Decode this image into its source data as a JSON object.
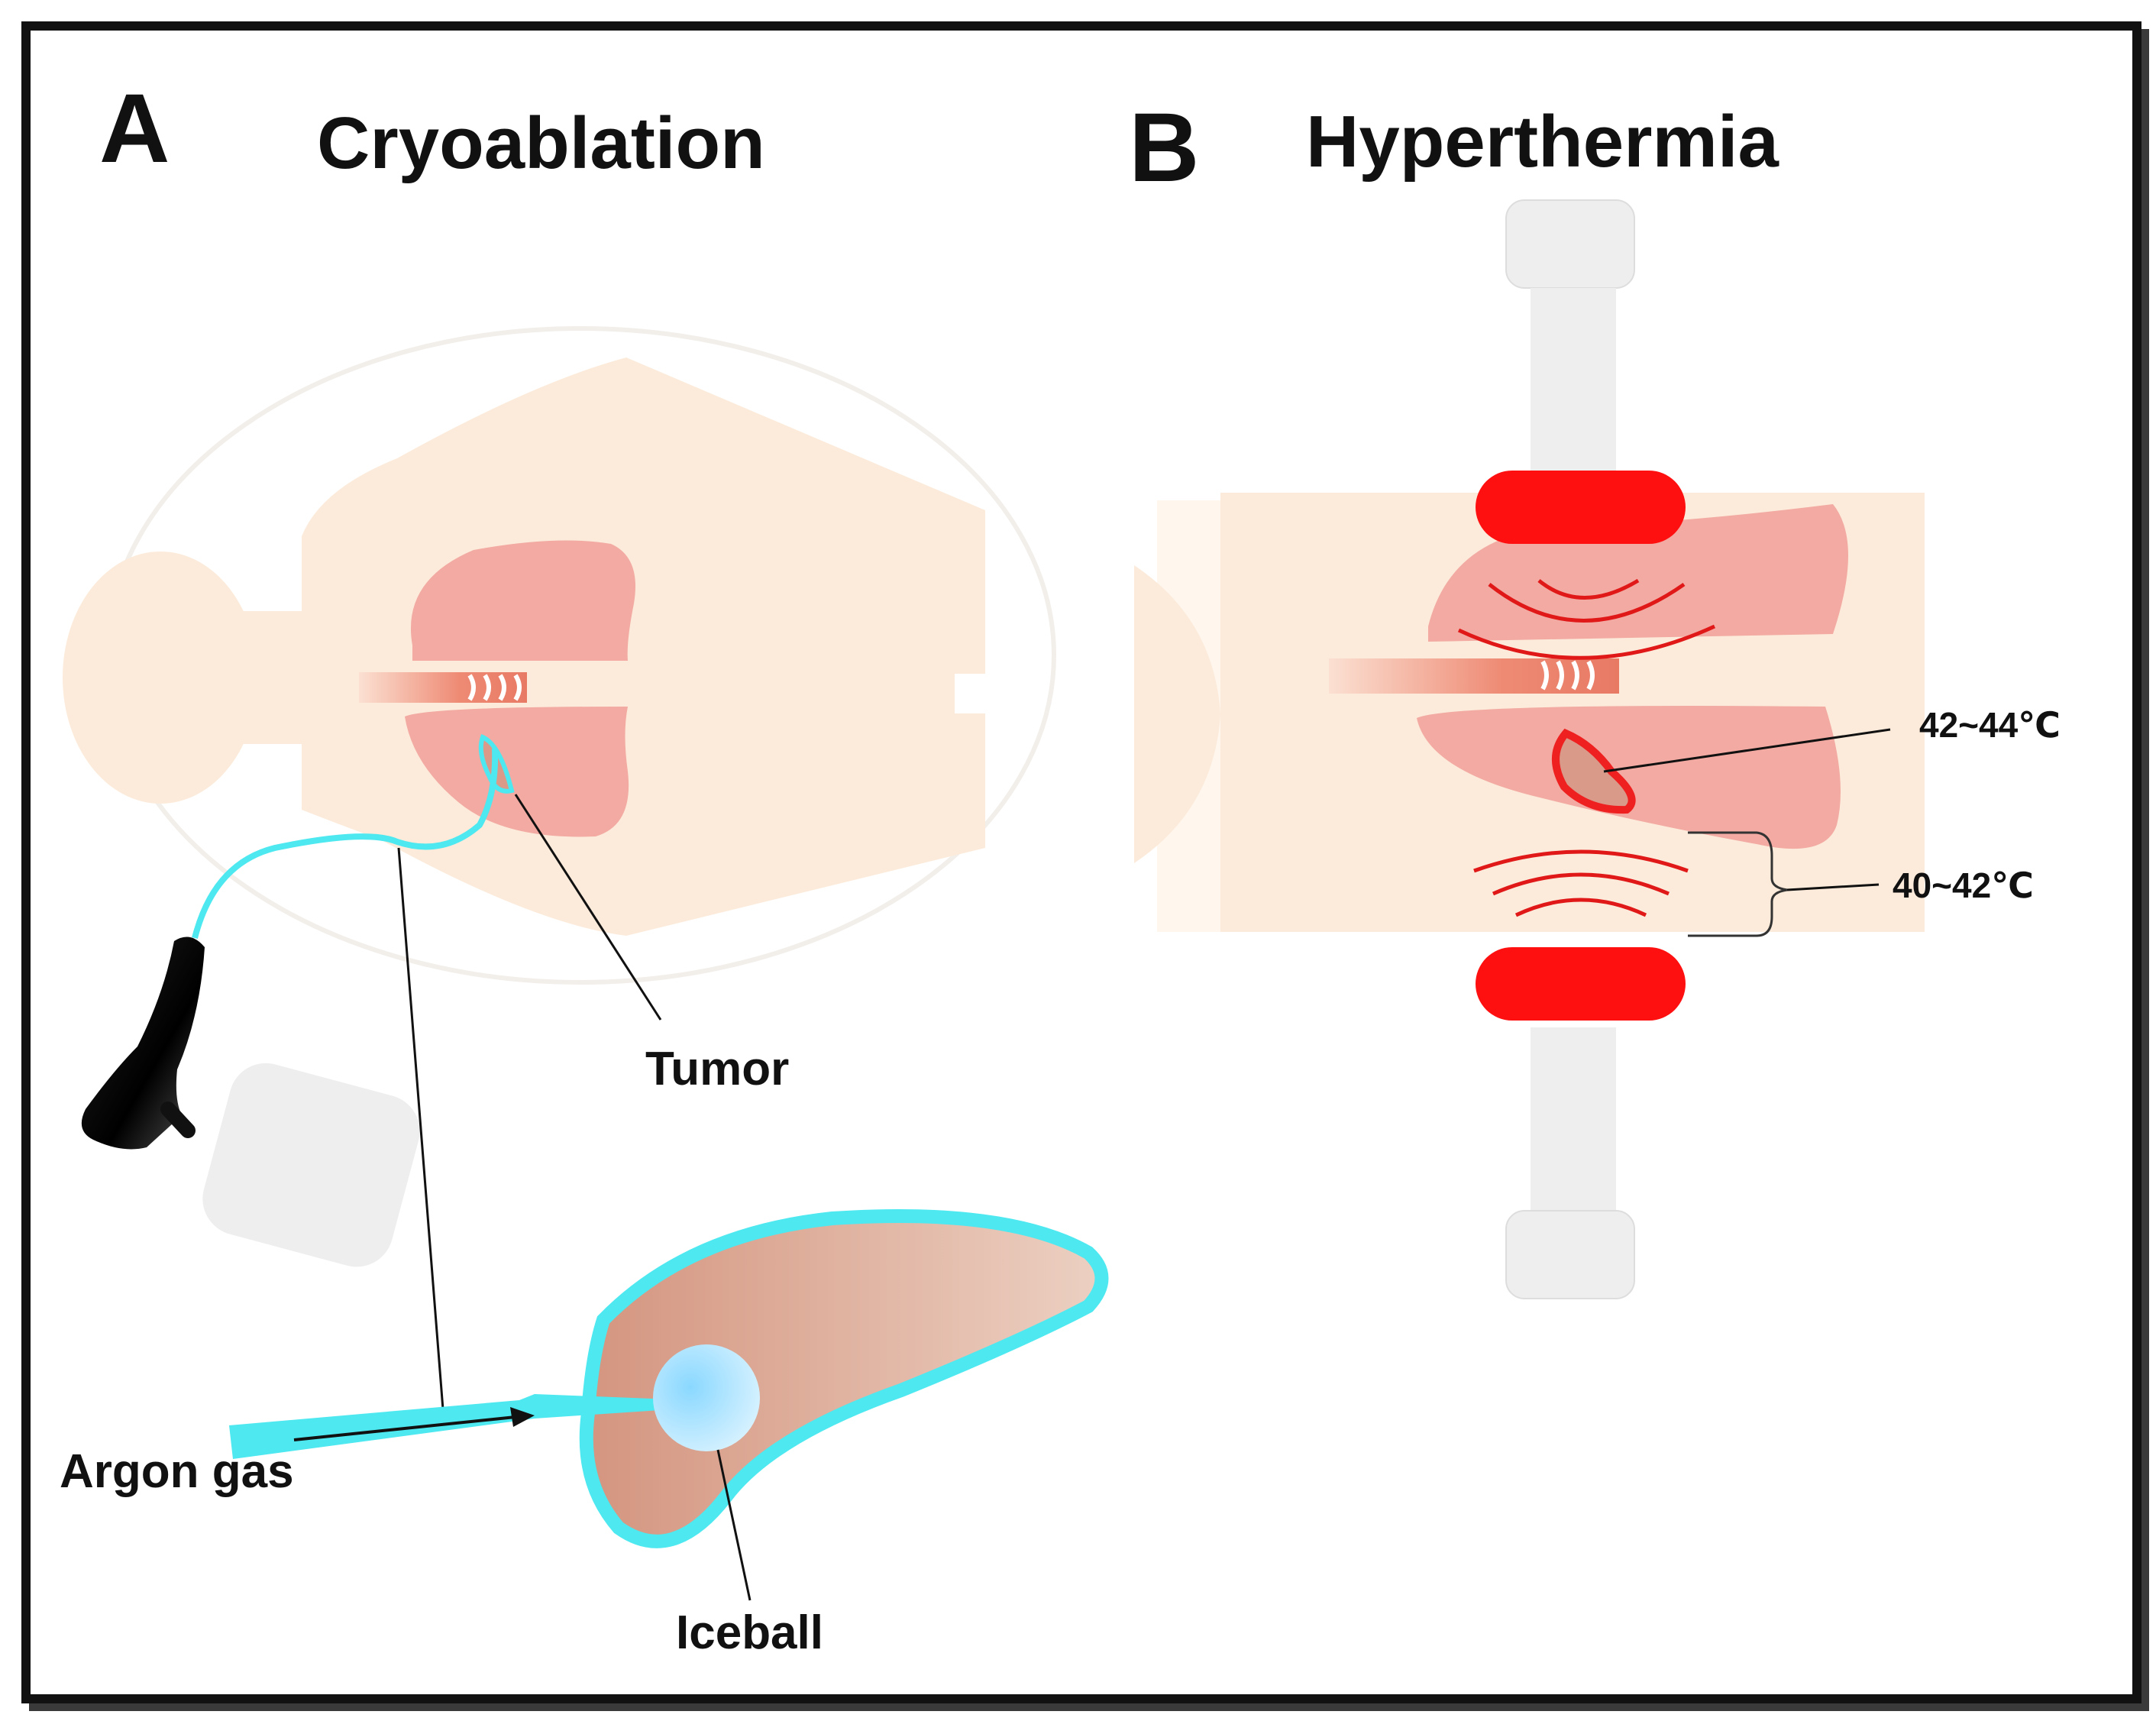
{
  "panels": {
    "a": {
      "letter": "A",
      "title": "Cryoablation",
      "labels": {
        "tumor": "Tumor",
        "argon": "Argon gas",
        "iceball": "Iceball"
      }
    },
    "b": {
      "letter": "B",
      "title": "Hyperthermia",
      "labels": {
        "tumor_temp": "42~44℃",
        "tissue_temp": "40~42℃"
      }
    }
  },
  "colors": {
    "body": "#fcebda",
    "lung": "#f2aaa2",
    "trachea": "#ee8a74",
    "ice": "#4de8f0",
    "heater": "#ff1010",
    "wave": "#e01818",
    "device": "#eeeeee",
    "tumor_fill": "#d99a8a"
  }
}
